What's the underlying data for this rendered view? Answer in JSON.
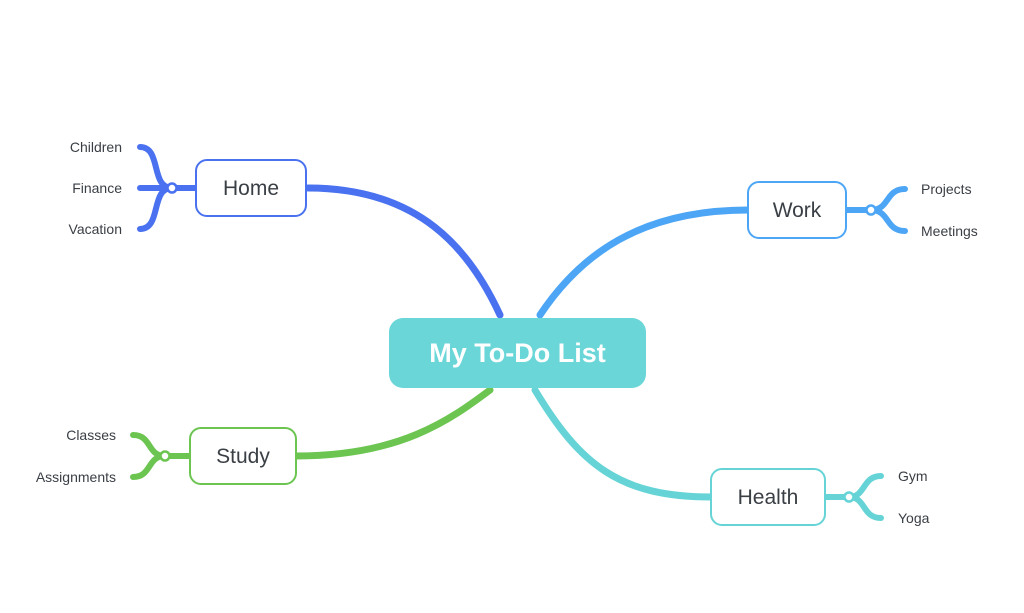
{
  "central": {
    "label": "My To-Do List",
    "color": "#6AD6D8"
  },
  "topics": {
    "home": {
      "label": "Home",
      "color": "#4A72F0",
      "children": [
        "Children",
        "Finance",
        "Vacation"
      ]
    },
    "work": {
      "label": "Work",
      "color": "#4DA6F5",
      "children": [
        "Projects",
        "Meetings"
      ]
    },
    "study": {
      "label": "Study",
      "color": "#6CC551",
      "children": [
        "Classes",
        "Assignments"
      ]
    },
    "health": {
      "label": "Health",
      "color": "#66D4D6",
      "children": [
        "Gym",
        "Yoga"
      ]
    }
  }
}
